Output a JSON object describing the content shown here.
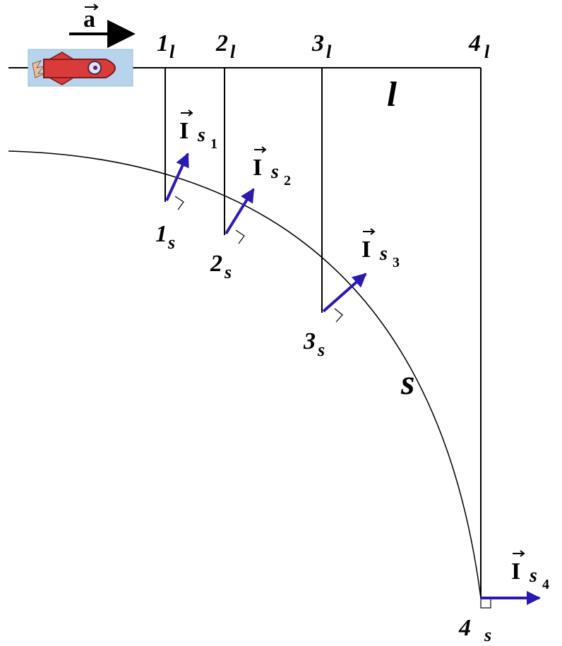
{
  "acceleration_label": "a",
  "line_label": "l",
  "curve_label": "s",
  "vector_symbol": "I",
  "vector_subscript": "s",
  "colors": {
    "vector": "#2a1ab0",
    "line": "#000000",
    "rocket_body": "#d93a3a",
    "rocket_bg": "#b8d4ec"
  },
  "top_points": [
    {
      "num": "1",
      "sub": "l"
    },
    {
      "num": "2",
      "sub": "l"
    },
    {
      "num": "3",
      "sub": "l"
    },
    {
      "num": "4",
      "sub": "l"
    }
  ],
  "curve_points": [
    {
      "num": "1",
      "sub": "s"
    },
    {
      "num": "2",
      "sub": "s"
    },
    {
      "num": "3",
      "sub": "s"
    },
    {
      "num": "4",
      "sub": "s"
    }
  ],
  "vectors": [
    {
      "index": "1"
    },
    {
      "index": "2"
    },
    {
      "index": "3"
    },
    {
      "index": "4"
    }
  ]
}
